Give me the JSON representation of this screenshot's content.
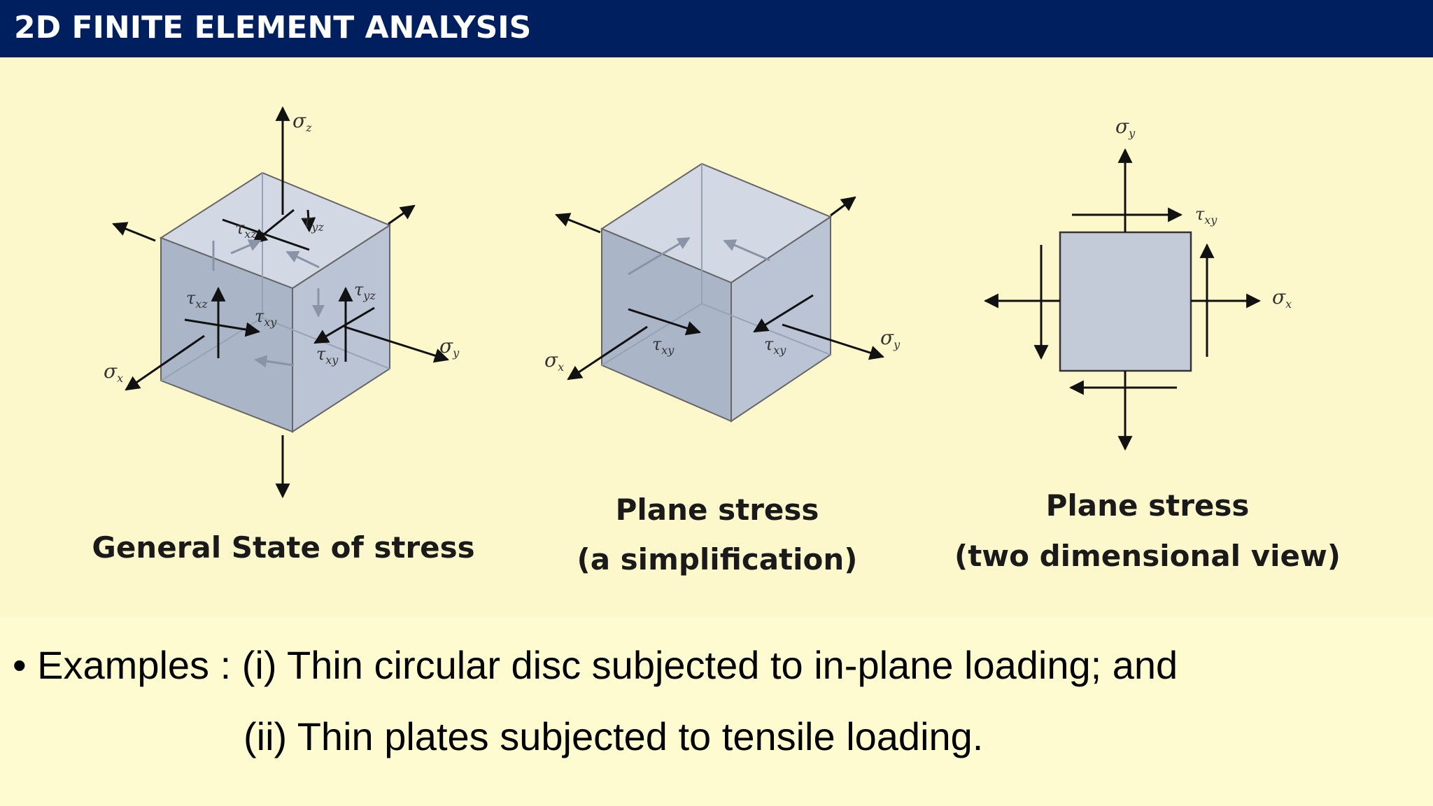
{
  "header": {
    "title": "2D FINITE ELEMENT ANALYSIS"
  },
  "colors": {
    "header_bg": "#001f5f",
    "background": "#fffbd1",
    "cube_face": "#b9c3d3"
  },
  "figures": [
    {
      "caption": "General State of stress",
      "labels": {
        "sz": "σ",
        "sz_sub": "z",
        "sx": "σ",
        "sx_sub": "x",
        "sy": "σ",
        "sy_sub": "y",
        "txz": "τ",
        "txz_sub": "xz",
        "tyz": "τ",
        "tyz_sub": "yz",
        "txy": "τ",
        "txy_sub": "xy"
      }
    },
    {
      "caption_line1": "Plane stress",
      "caption_line2": "(a simplification)",
      "labels": {
        "sx": "σ",
        "sx_sub": "x",
        "sy": "σ",
        "sy_sub": "y",
        "txy": "τ",
        "txy_sub": "xy"
      }
    },
    {
      "caption_line1": "Plane stress",
      "caption_line2": "(two dimensional view)",
      "labels": {
        "sx": "σ",
        "sx_sub": "x",
        "sy": "σ",
        "sy_sub": "y",
        "txy": "τ",
        "txy_sub": "xy"
      }
    }
  ],
  "examples": {
    "bullet": "•",
    "line1": "Examples : (i) Thin circular disc subjected to in-plane loading; and",
    "line2": "(ii) Thin plates subjected to tensile loading."
  }
}
